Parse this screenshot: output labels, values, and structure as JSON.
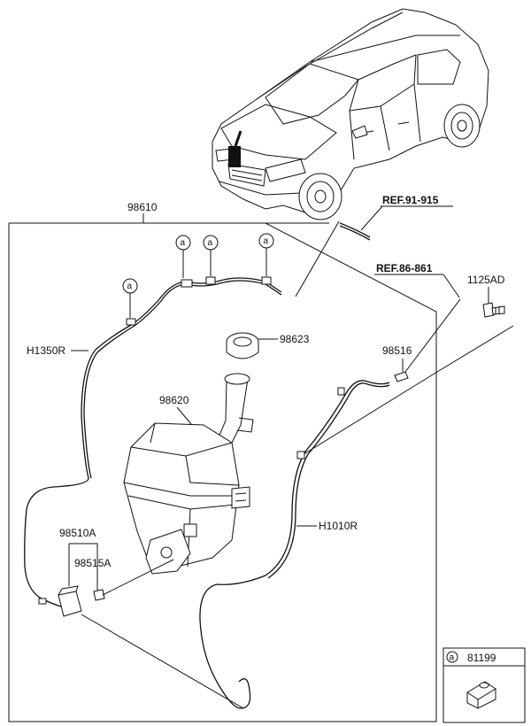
{
  "labels": {
    "assembly": "98610",
    "hose_left": "H1350R",
    "cap": "98623",
    "reservoir": "98620",
    "pump": "98510A",
    "grommet": "98515A",
    "hose_right": "H1010R",
    "connector": "98516",
    "bolt": "1125AD",
    "clip_code": "81199"
  },
  "refs": {
    "ref1": "REF.91-915",
    "ref2": "REF.86-861"
  },
  "callout_symbol": "a"
}
